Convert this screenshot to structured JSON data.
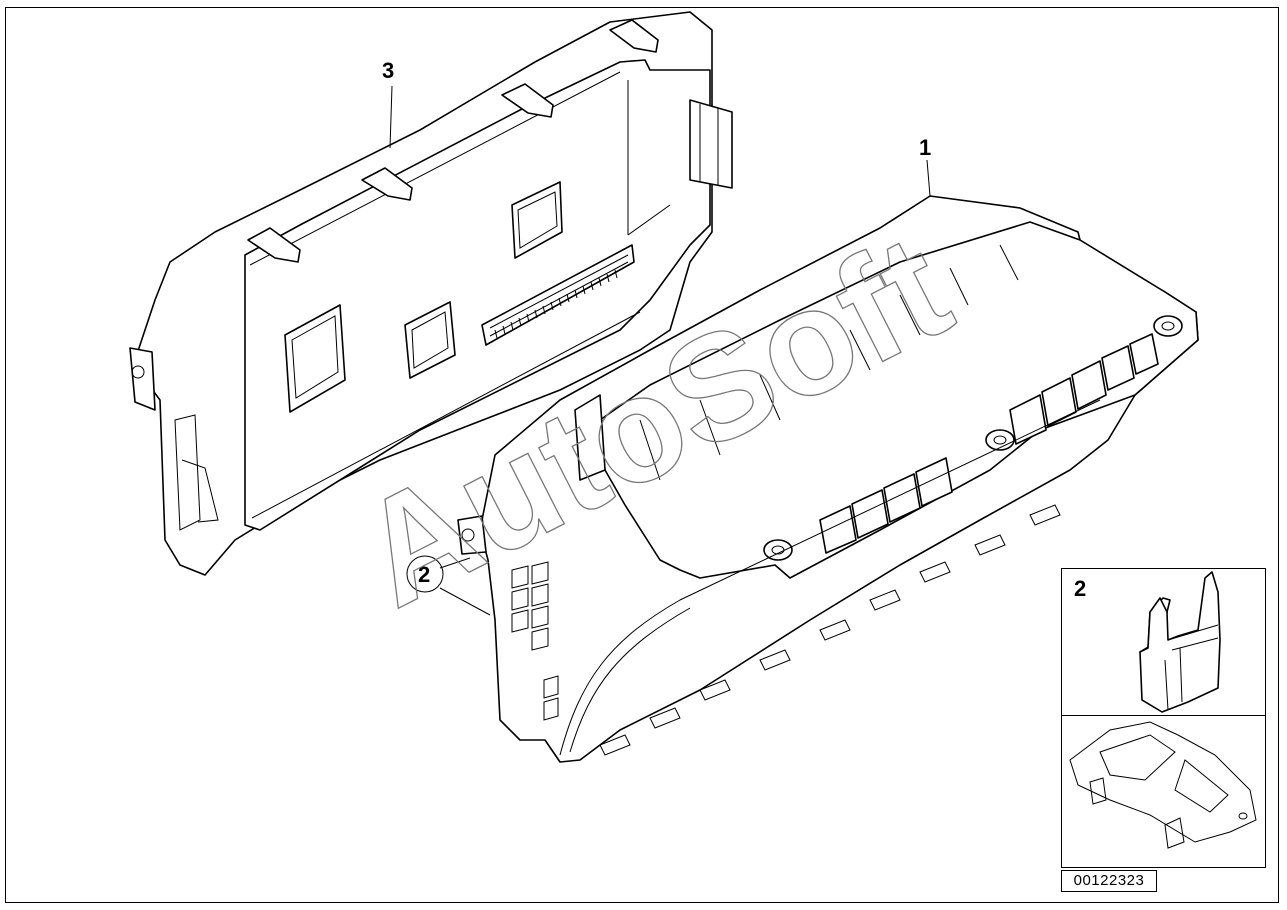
{
  "callouts": {
    "instrument_cluster": "1",
    "bulb_socket": "2",
    "display_board": "3"
  },
  "inset": {
    "callout": "2"
  },
  "watermark": "AutoSoft",
  "diagram_id": "00122323"
}
